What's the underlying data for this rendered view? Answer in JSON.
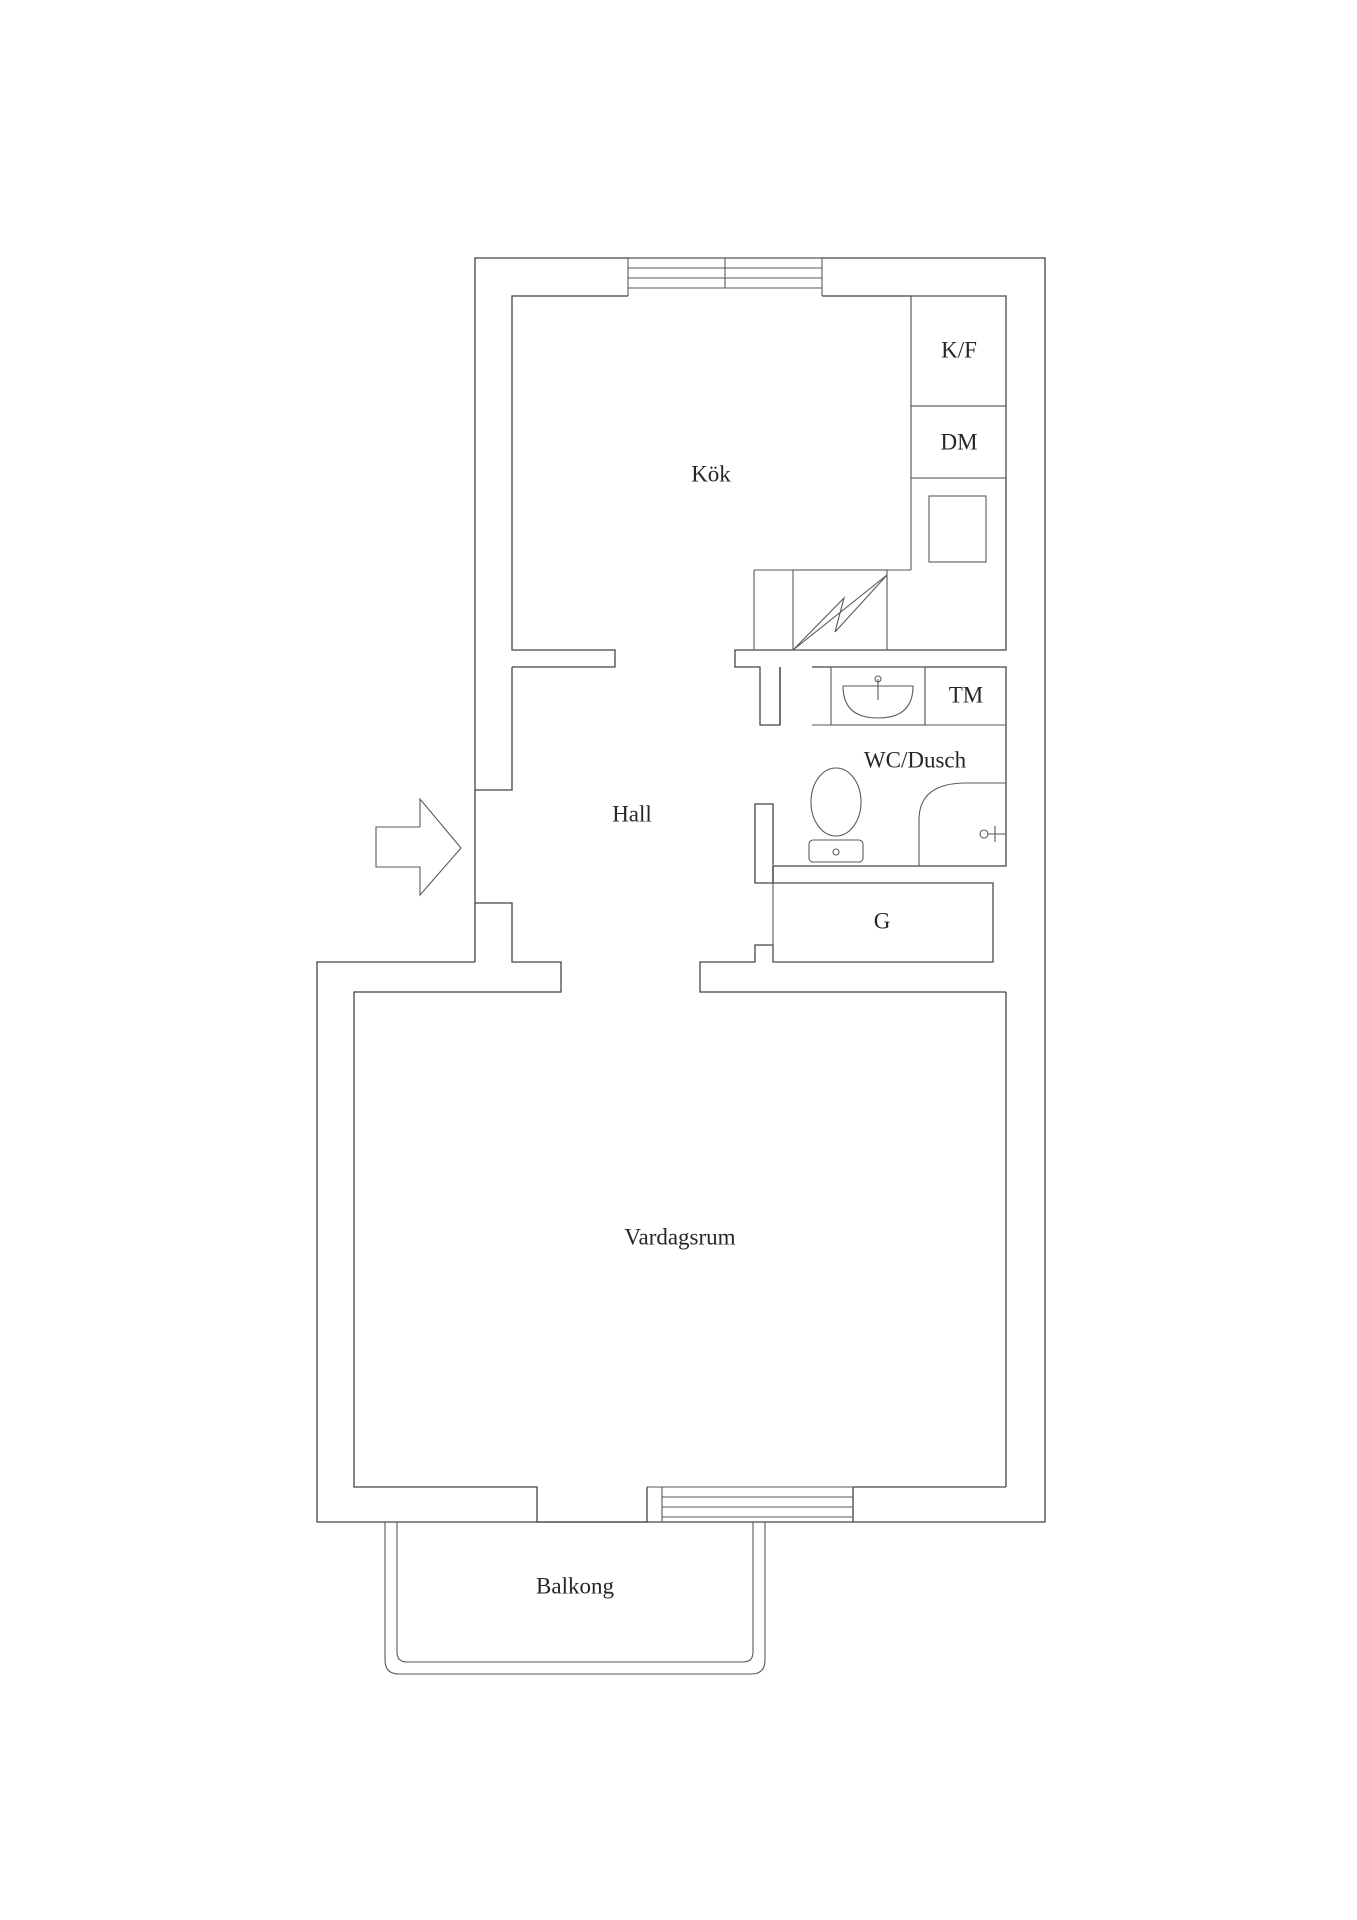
{
  "rooms": {
    "kitchen": "Kök",
    "fridge_freezer": "K/F",
    "dishwasher": "DM",
    "hall": "Hall",
    "bathroom": "WC/Dusch",
    "washer": "TM",
    "wardrobe": "G",
    "living_room": "Vardagsrum",
    "balcony": "Balkong"
  },
  "icons": {
    "entrance": "entrance-arrow-icon",
    "stove": "stove-icon",
    "sink": "sink-icon",
    "toilet": "toilet-icon",
    "shower": "shower-icon",
    "electrical": "electrical-cabinet-icon"
  },
  "colors": {
    "line": "#454545",
    "text": "#262626",
    "background": "#ffffff"
  }
}
